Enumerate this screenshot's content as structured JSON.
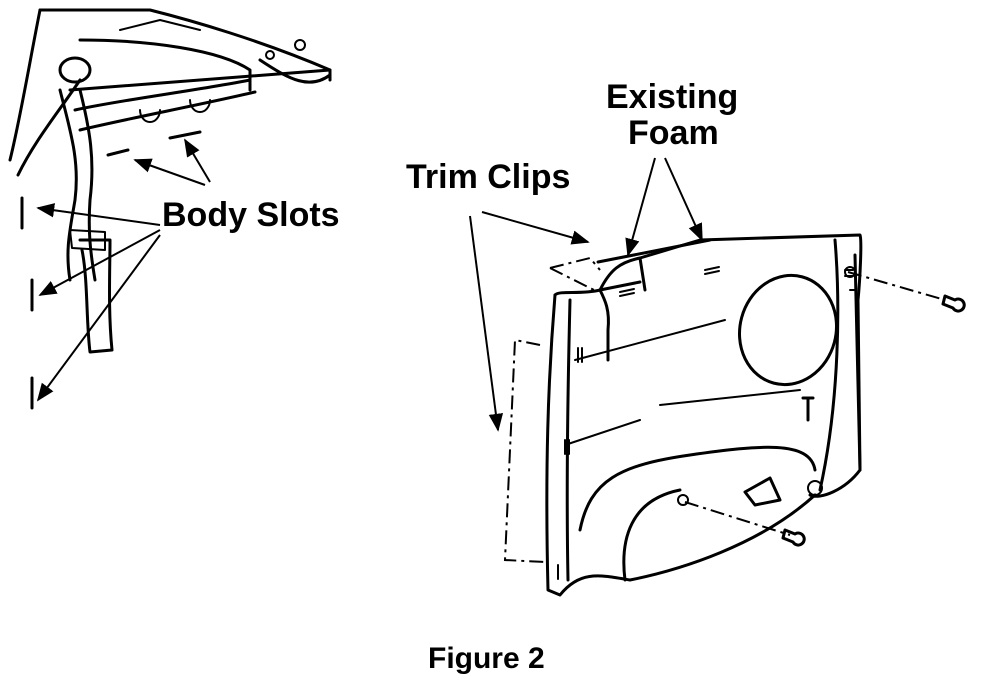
{
  "labels": {
    "existing_foam_line1": "Existing",
    "existing_foam_line2": "Foam",
    "trim_clips": "Trim Clips",
    "body_slots": "Body Slots",
    "figure_caption": "Figure 2"
  },
  "colors": {
    "ink": "#000000",
    "background": "#ffffff"
  }
}
